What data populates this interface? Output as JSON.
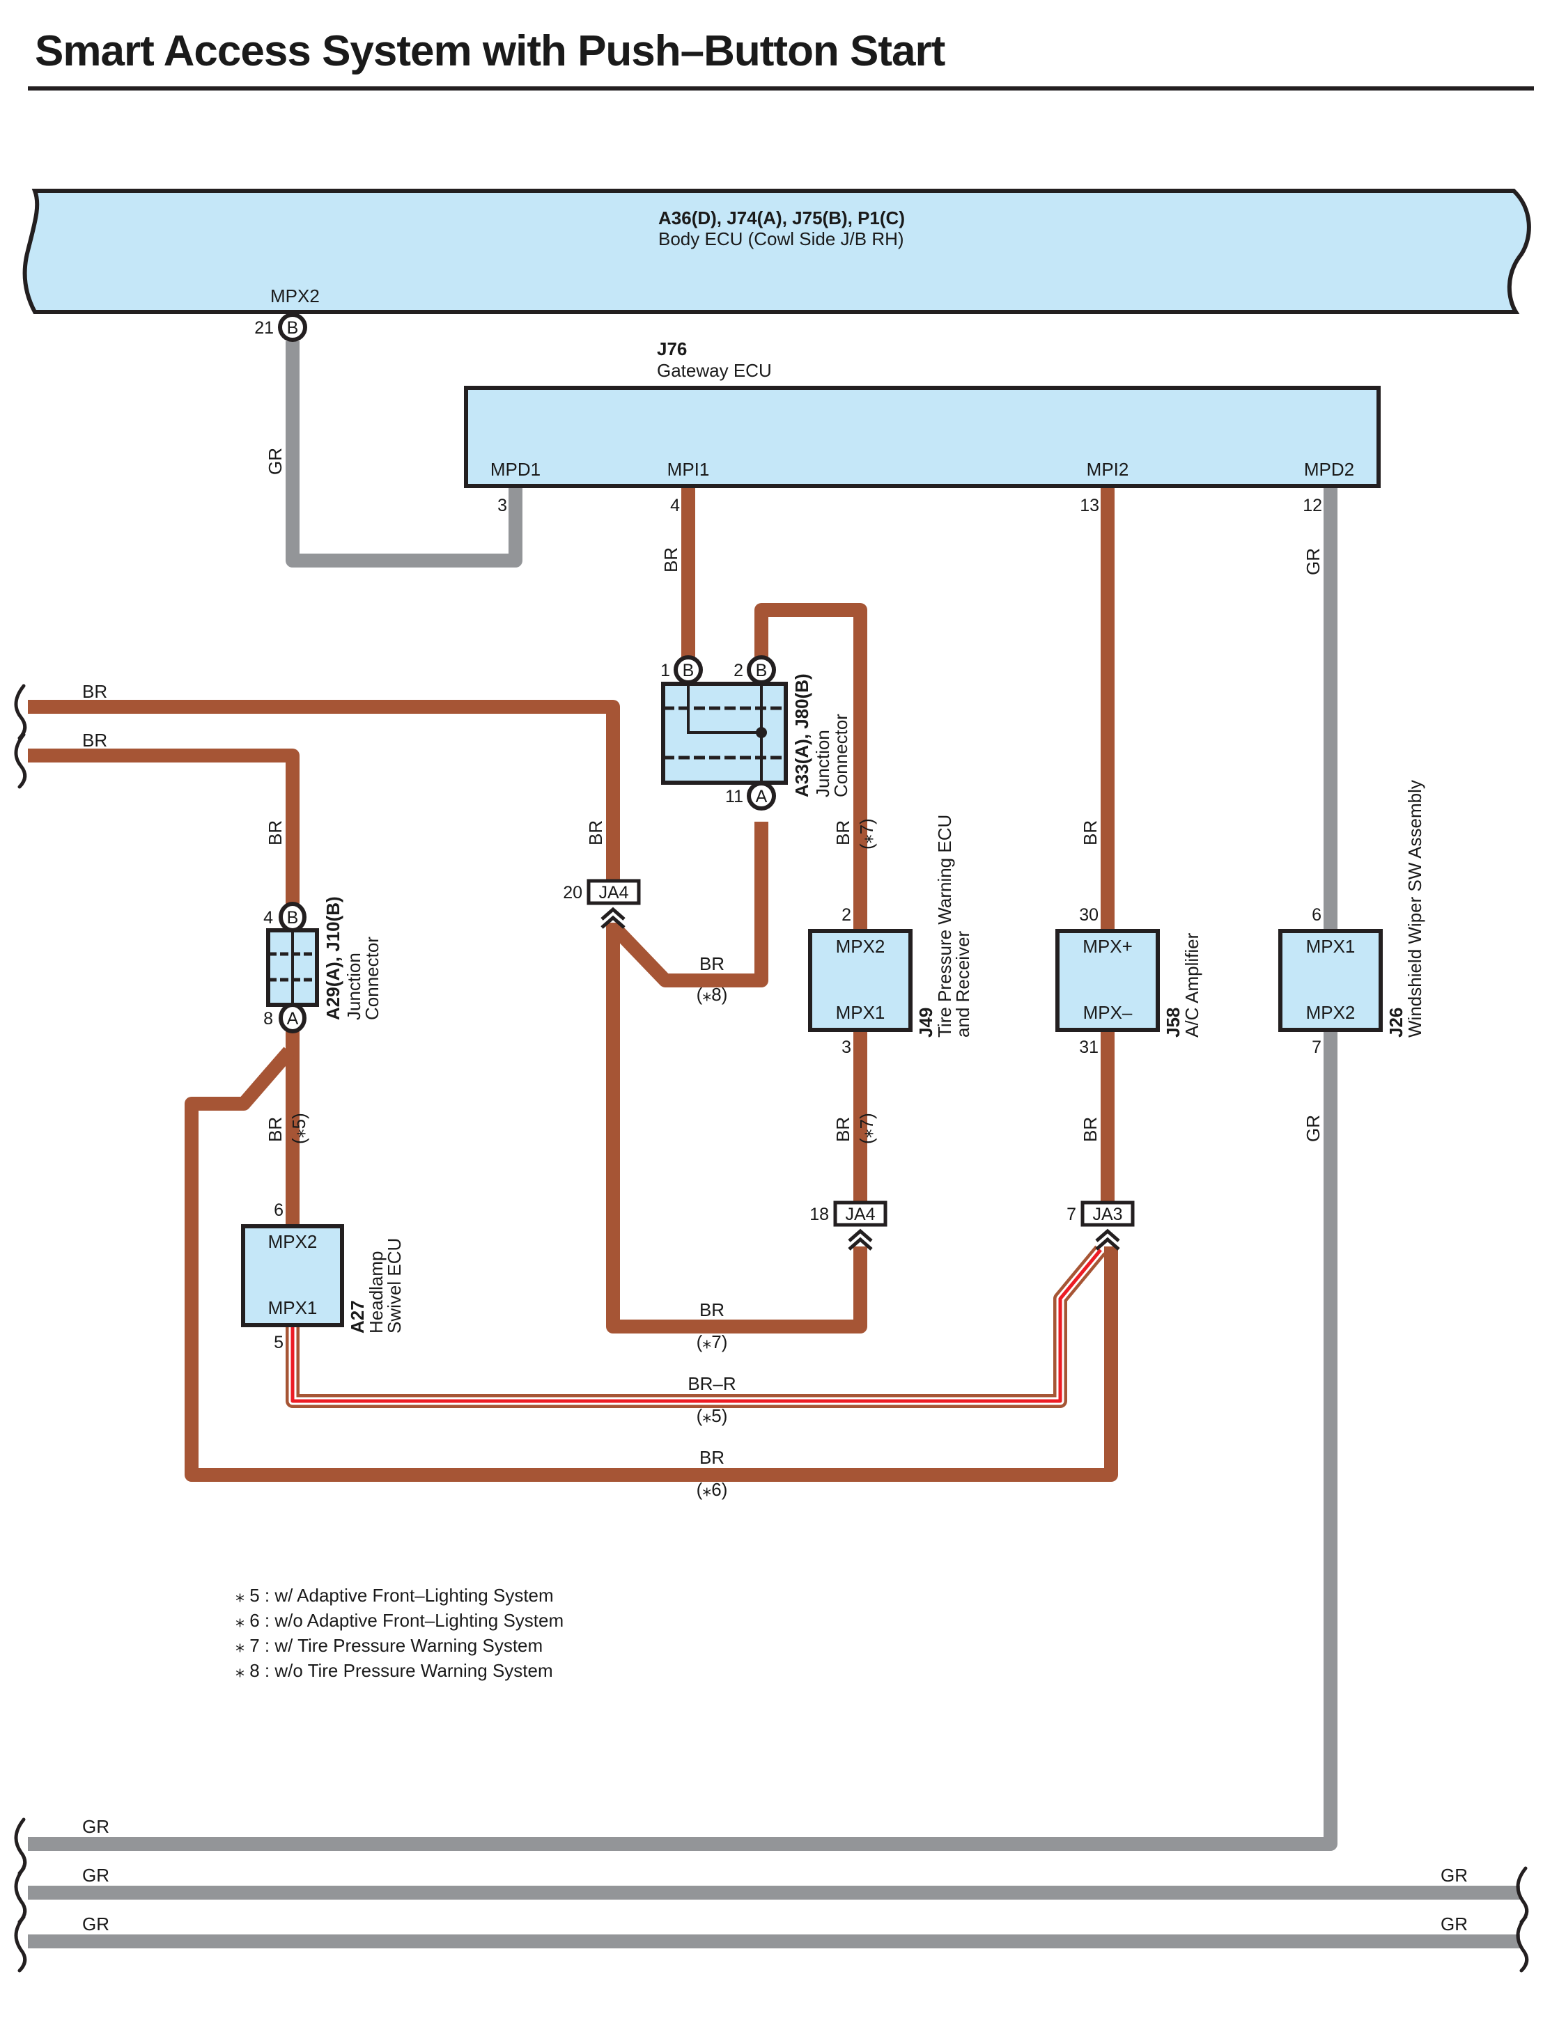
{
  "page": {
    "title": "Smart Access System with Push–Button Start"
  },
  "colors": {
    "ecu_fill": "#c5e7f8",
    "outline": "#231f20",
    "wire_br": "#a65535",
    "wire_gr": "#939598",
    "wire_r_stripe": "#ed1c24"
  },
  "components": {
    "body_ecu": {
      "code": "A36(D), J74(A), J75(B), P1(C)",
      "name": "Body ECU (Cowl Side J/B RH)",
      "terminal": "MPX2",
      "pin": "21",
      "connector": "B"
    },
    "gateway_ecu": {
      "code": "J76",
      "name": "Gateway ECU",
      "terminals": [
        {
          "name": "MPD1",
          "pin": "3"
        },
        {
          "name": "MPI1",
          "pin": "4"
        },
        {
          "name": "MPI2",
          "pin": "13"
        },
        {
          "name": "MPD2",
          "pin": "12"
        }
      ]
    },
    "junction_a33": {
      "code": "A33(A), J80(B)",
      "name_line1": "Junction",
      "name_line2": "Connector",
      "pins": [
        {
          "pin": "1",
          "connector": "B"
        },
        {
          "pin": "2",
          "connector": "B"
        },
        {
          "pin": "11",
          "connector": "A"
        }
      ]
    },
    "junction_a29": {
      "code": "A29(A), J10(B)",
      "name_line1": "Junction",
      "name_line2": "Connector",
      "pins": [
        {
          "pin": "4",
          "connector": "B"
        },
        {
          "pin": "8",
          "connector": "A"
        }
      ]
    },
    "tpms_ecu": {
      "code": "J49",
      "name_line1": "Tire Pressure Warning ECU",
      "name_line2": "and Receiver",
      "top_terminal": "MPX2",
      "top_pin": "2",
      "bottom_terminal": "MPX1",
      "bottom_pin": "3"
    },
    "ac_amp": {
      "code": "J58",
      "name": "A/C Amplifier",
      "top_terminal": "MPX+",
      "top_pin": "30",
      "bottom_terminal": "MPX–",
      "bottom_pin": "31"
    },
    "wiper_sw": {
      "code": "J26",
      "name": "Windshield Wiper SW Assembly",
      "top_terminal": "MPX1",
      "top_pin": "6",
      "bottom_terminal": "MPX2",
      "bottom_pin": "7"
    },
    "headlamp_ecu": {
      "code": "A27",
      "name_line1": "Headlamp",
      "name_line2": "Swivel ECU",
      "top_terminal": "MPX2",
      "top_pin": "6",
      "bottom_terminal": "MPX1",
      "bottom_pin": "5"
    }
  },
  "splices": {
    "ja4_20": {
      "name": "JA4",
      "pin": "20"
    },
    "ja4_18": {
      "name": "JA4",
      "pin": "18"
    },
    "ja3_7": {
      "name": "JA3",
      "pin": "7"
    }
  },
  "wire_labels": {
    "gr": "GR",
    "br": "BR",
    "br_r": "BR–R",
    "n5": "(⁎5)",
    "n6": "(⁎6)",
    "n7": "(⁎7)",
    "n8": "(⁎8)"
  },
  "notes": [
    "⁎ 5 : w/ Adaptive Front–Lighting System",
    "⁎ 6 : w/o Adaptive Front–Lighting System",
    "⁎ 7 : w/ Tire Pressure Warning System",
    "⁎ 8 : w/o Tire Pressure Warning System"
  ]
}
